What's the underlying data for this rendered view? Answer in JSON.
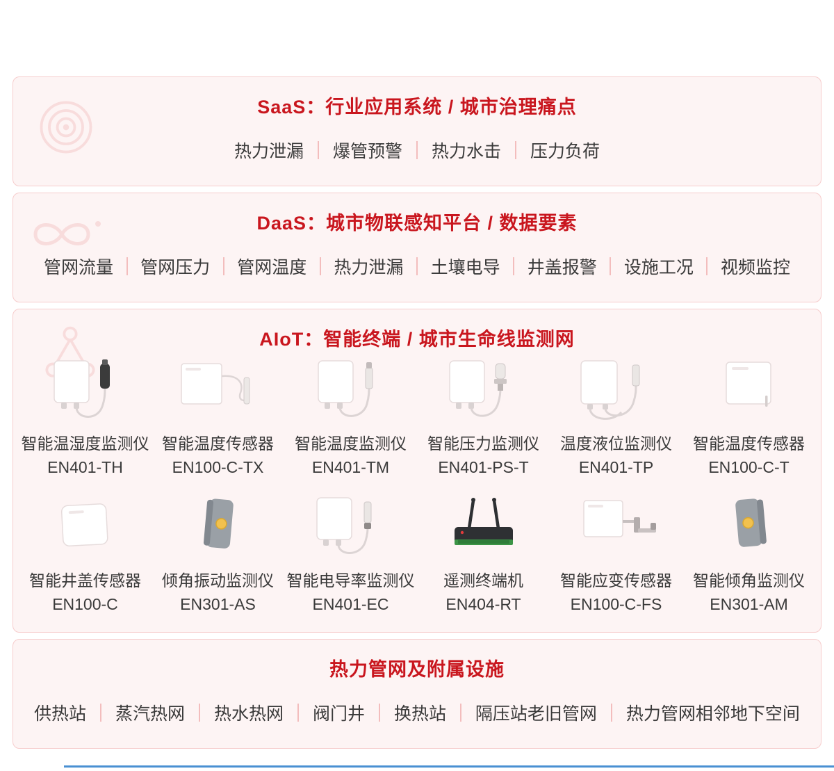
{
  "sections": {
    "saas": {
      "title": "SaaS：行业应用系统 / 城市治理痛点",
      "items": [
        "热力泄漏",
        "爆管预警",
        "热力水击",
        "压力负荷"
      ]
    },
    "daas": {
      "title": "DaaS：城市物联感知平台 / 数据要素",
      "items": [
        "管网流量",
        "管网压力",
        "管网温度",
        "热力泄漏",
        "土壤电导",
        "井盖报警",
        "设施工况",
        "视频监控"
      ]
    },
    "aiot": {
      "title": "AIoT：智能终端 / 城市生命线监测网",
      "products": [
        {
          "name": "智能温湿度监测仪",
          "model": "EN401-TH",
          "icon": "temp-humidity-monitor-device"
        },
        {
          "name": "智能温度传感器",
          "model": "EN100-C-TX",
          "icon": "temperature-sensor-probe-device"
        },
        {
          "name": "智能温度监测仪",
          "model": "EN401-TM",
          "icon": "temperature-monitor-device"
        },
        {
          "name": "智能压力监测仪",
          "model": "EN401-PS-T",
          "icon": "pressure-monitor-device"
        },
        {
          "name": "温度液位监测仪",
          "model": "EN401-TP",
          "icon": "temp-level-monitor-device"
        },
        {
          "name": "智能温度传感器",
          "model": "EN100-C-T",
          "icon": "temperature-sensor-box-device"
        },
        {
          "name": "智能井盖传感器",
          "model": "EN100-C",
          "icon": "manhole-cover-sensor-device"
        },
        {
          "name": "倾角振动监测仪",
          "model": "EN301-AS",
          "icon": "tilt-vibration-monitor-device"
        },
        {
          "name": "智能电导率监测仪",
          "model": "EN401-EC",
          "icon": "conductivity-monitor-device"
        },
        {
          "name": "遥测终端机",
          "model": "EN404-RT",
          "icon": "telemetry-terminal-device"
        },
        {
          "name": "智能应变传感器",
          "model": "EN100-C-FS",
          "icon": "strain-sensor-device"
        },
        {
          "name": "智能倾角监测仪",
          "model": "EN301-AM",
          "icon": "tilt-monitor-device"
        }
      ]
    },
    "infrastructure": {
      "title": "热力管网及附属设施",
      "items": [
        "供热站",
        "蒸汽热网",
        "热水热网",
        "阀门井",
        "换热站",
        "隔压站老旧管网",
        "热力管网相邻地下空间"
      ]
    }
  },
  "icons": {
    "saas_watermark": "target-icon",
    "daas_watermark": "infinity-icon",
    "aiot_watermark": "network-icon"
  },
  "colors": {
    "title_red": "#c9161e",
    "panel_background": "#fdf4f4",
    "panel_border": "#f6cccc",
    "separator_pink": "#f3bdbd",
    "body_text": "#3a3a3a",
    "bottom_line_blue": "#4a90d2"
  }
}
